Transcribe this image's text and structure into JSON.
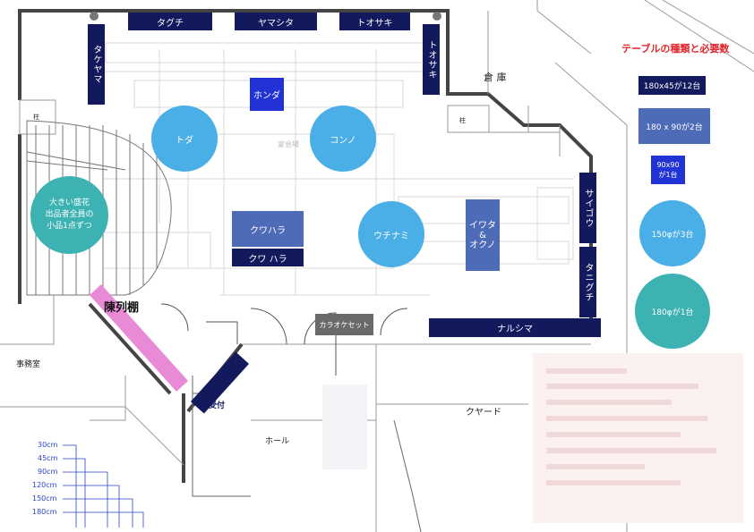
{
  "legend": {
    "title": "テーブルの種類と必要数",
    "items": [
      "180x45が12台",
      "180 x 90が2台",
      "90x90\nが1台",
      "150φが3台",
      "180φが1台"
    ]
  },
  "tables_top": [
    "タグチ",
    "ヤマシタ",
    "トオサキ"
  ],
  "tables_side": {
    "left": "タケヤマ",
    "right_top": "トオサキ",
    "right_mid": "サイゴウ",
    "right_low": "タニグチ"
  },
  "center": {
    "honda": "ホンダ",
    "kuwahara1": "クワハラ",
    "kuwahara2": "クワ ハラ",
    "iwata": "イワタ\n&\nオクノ",
    "narushima": "ナルシマ"
  },
  "round_tables": {
    "toda": "トダ",
    "kono": "コンノ",
    "uchinami": "ウチナミ"
  },
  "flowers": "大きい盛花\n出品者全員の\n小品1点ずつ",
  "display_shelf": "陳列棚",
  "reception": "受付",
  "karaoke": "カラオケセット",
  "rooms": {
    "storage": "倉 庫",
    "office": "事務室",
    "hall": "ホール",
    "backyard": "クヤード",
    "pillar": "柱",
    "banquet": "宴会場"
  },
  "scale": [
    "30cm",
    "45cm",
    "90cm",
    "120cm",
    "150cm",
    "180cm"
  ],
  "colors": {
    "navy": "#12195c",
    "blue": "#2233d6",
    "mid_blue": "#4e6bb8",
    "sky": "#4aaee7",
    "teal": "#3cb2b2",
    "pink": "#e88ad6",
    "red": "#e2242b"
  }
}
